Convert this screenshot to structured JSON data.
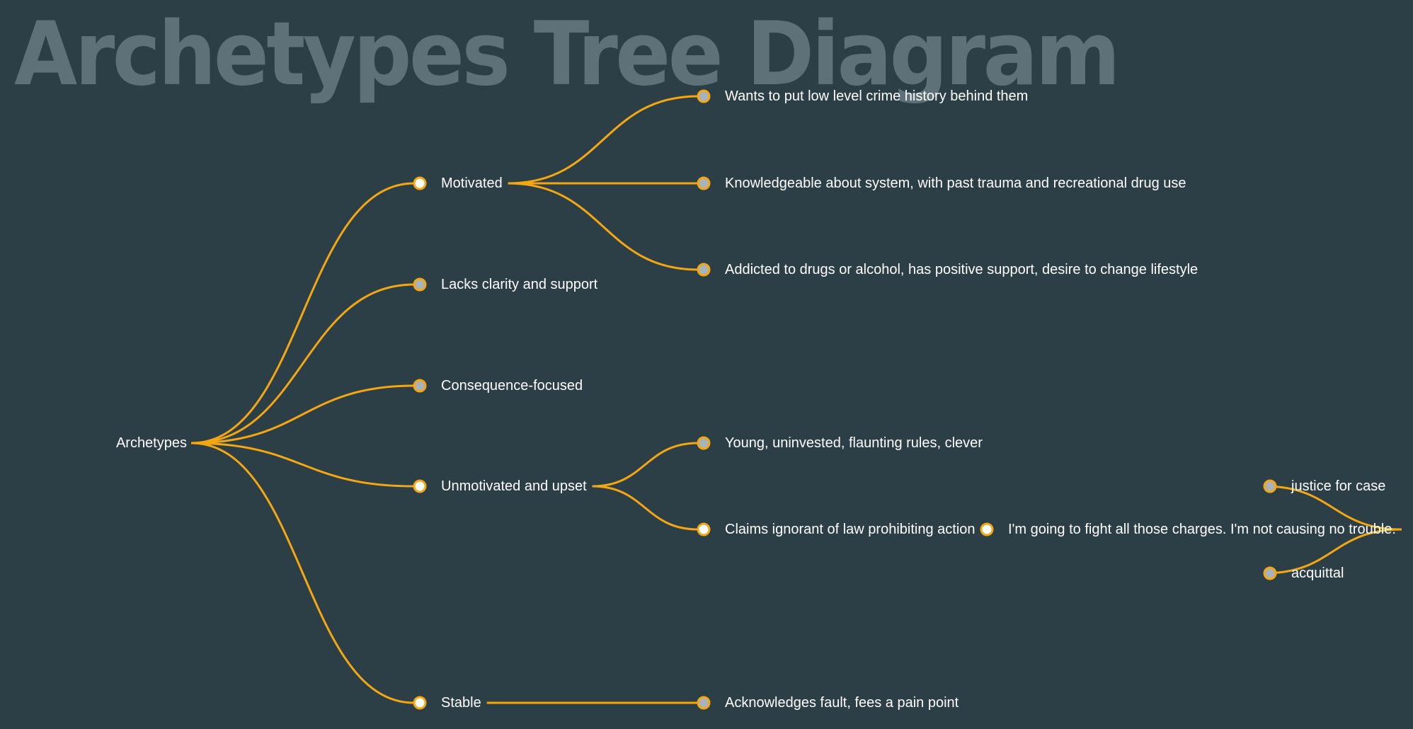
{
  "title": "Archetypes Tree Diagram",
  "colors": {
    "background": "#2c3e46",
    "link": "#f3a712",
    "node_expanded_fill": "#ffffff",
    "node_leaf_fill": "#a9b3bb",
    "label": "#ffffff",
    "title": "#5f7178"
  },
  "tree": {
    "name": "Archetypes",
    "children": [
      {
        "name": "Motivated",
        "children": [
          {
            "name": "Wants to put low level crime history behind them"
          },
          {
            "name": "Knowledgeable about system, with past trauma and recreational drug use"
          },
          {
            "name": "Addicted to drugs or alcohol, has positive support, desire to change lifestyle"
          }
        ]
      },
      {
        "name": "Lacks clarity and support"
      },
      {
        "name": "Consequence-focused"
      },
      {
        "name": "Unmotivated and upset",
        "children": [
          {
            "name": "Young, uninvested, flaunting rules, clever"
          },
          {
            "name": "Claims ignorant of law prohibiting action",
            "children": [
              {
                "name": "I'm going to fight all those charges. I'm not causing no trouble.",
                "children": [
                  {
                    "name": "justice for case"
                  },
                  {
                    "name": "acquittal"
                  }
                ]
              }
            ]
          }
        ]
      },
      {
        "name": "Stable",
        "children": [
          {
            "name": "Acknowledges fault, fees a pain point"
          }
        ]
      }
    ]
  }
}
